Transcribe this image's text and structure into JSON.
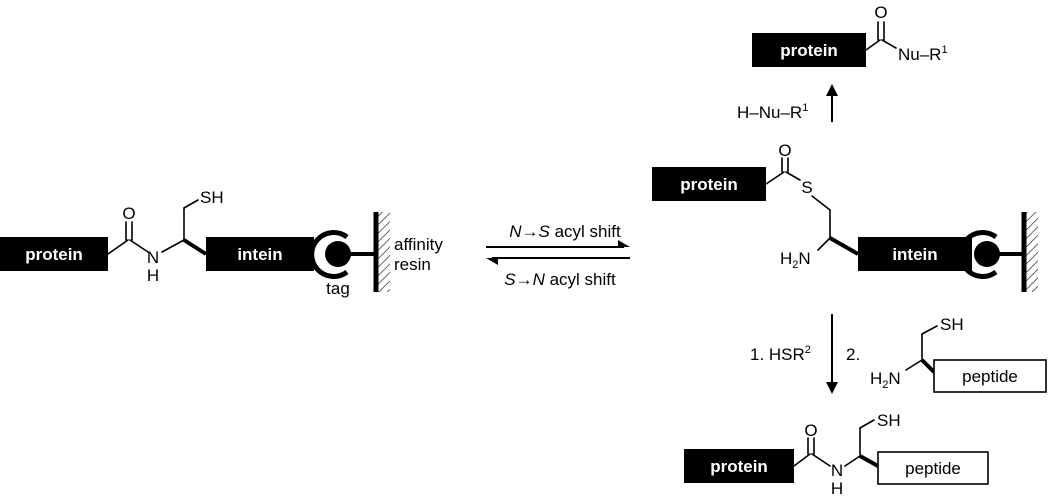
{
  "colors": {
    "foreground": "#000000",
    "background": "#ffffff"
  },
  "reactant": {
    "protein": "protein",
    "intein": "intein",
    "carbonyl_o": "O",
    "amide_nh": "N",
    "amide_h": "H",
    "thiol": "SH",
    "tag": "tag",
    "resin_line1": "affinity",
    "resin_line2": "resin"
  },
  "equilibrium": {
    "forward_prefix": "N",
    "forward_mid": "→",
    "forward_s": "S",
    "forward_suffix": " acyl shift",
    "reverse_prefix": "S",
    "reverse_mid": "→",
    "reverse_n": "N",
    "reverse_suffix": " acyl shift"
  },
  "thioester": {
    "protein": "protein",
    "intein": "intein",
    "carbonyl_o": "O",
    "sulfur": "S",
    "amine": "H",
    "amine_sub": "2",
    "amine_n": "N"
  },
  "nucleophile_path": {
    "reagent": "H–Nu–R",
    "reagent_sup": "1",
    "product_protein": "protein",
    "product_o": "O",
    "product_group": "Nu–R",
    "product_sup": "1"
  },
  "ligation_path": {
    "step1": "1. HSR",
    "step1_sup": "2",
    "step2": "2.",
    "cys_thiol": "SH",
    "cys_amine": "H",
    "cys_amine_sub": "2",
    "cys_amine_n": "N",
    "peptide": "peptide",
    "product_protein": "protein",
    "product_o": "O",
    "product_nh": "N",
    "product_h": "H",
    "product_thiol": "SH",
    "product_peptide": "peptide"
  }
}
